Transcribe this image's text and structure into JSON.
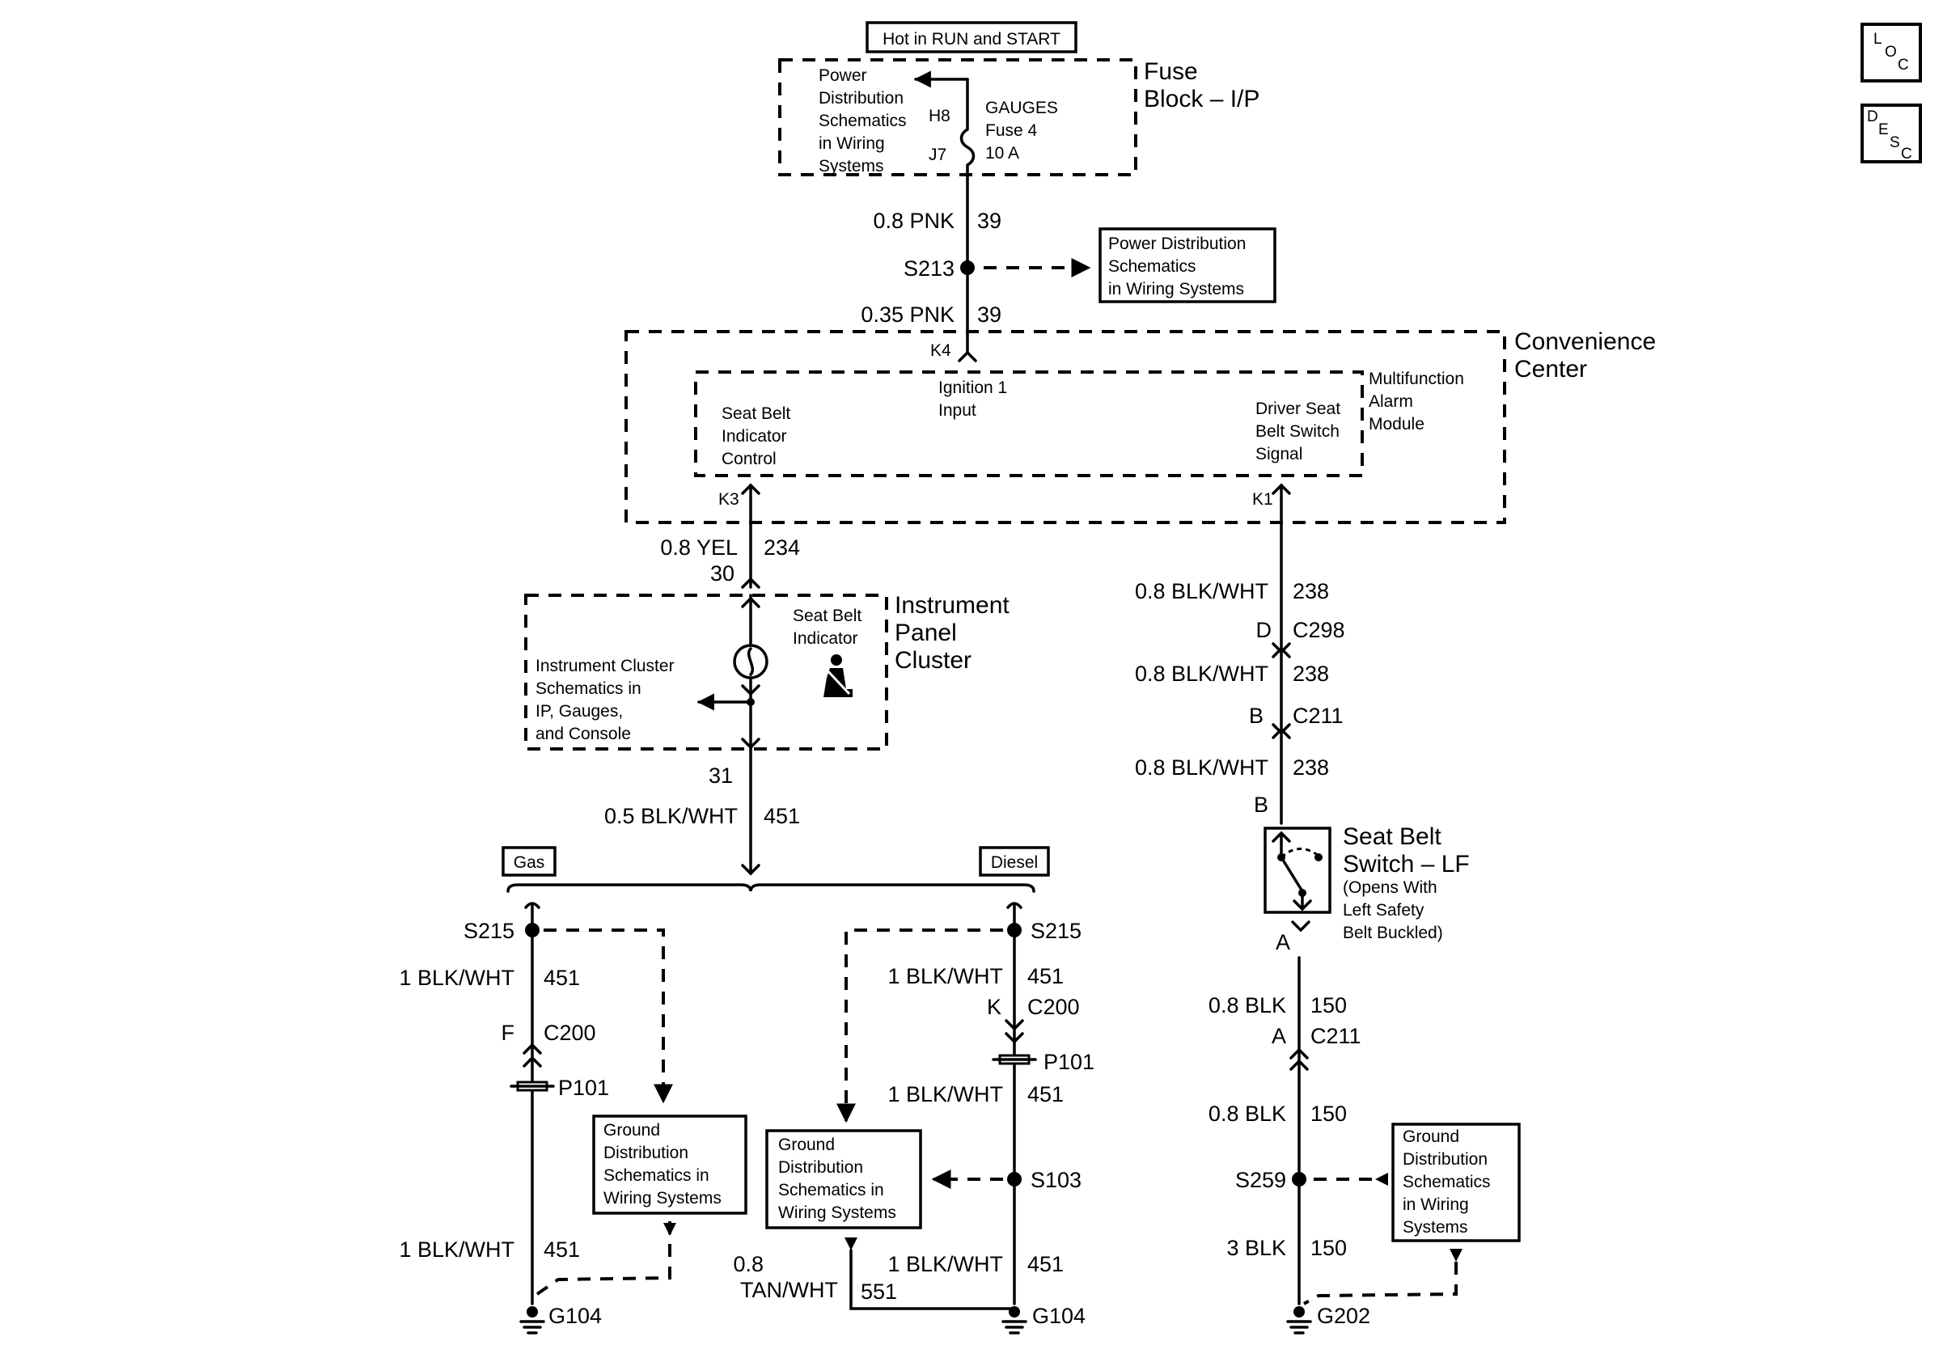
{
  "hot_in_run": "Hot in RUN and START",
  "fuse_block": {
    "title_lines": [
      "Fuse",
      "Block – I/P"
    ],
    "pd_ref_lines": [
      "Power",
      "Distribution",
      "Schematics",
      "in Wiring",
      "Systems"
    ],
    "pin_top": "H8",
    "pin_bottom": "J7",
    "fuse_lines": [
      "GAUGES",
      "Fuse 4",
      "10 A"
    ]
  },
  "wire_39_top": {
    "gauge": "0.8 PNK",
    "circuit": "39"
  },
  "s213": "S213",
  "pd_ref_2_lines": [
    "Power Distribution",
    "Schematics",
    "in Wiring Systems"
  ],
  "wire_39_bottom": {
    "gauge": "0.35 PNK",
    "circuit": "39"
  },
  "convenience_center_lines": [
    "Convenience",
    "Center"
  ],
  "mam_lines": [
    "Multifunction",
    "Alarm",
    "Module"
  ],
  "pins": {
    "k4": "K4",
    "k3": "K3",
    "k1": "K1"
  },
  "ignition_lines": [
    "Ignition 1",
    "Input"
  ],
  "seat_belt_control_lines": [
    "Seat Belt",
    "Indicator",
    "Control"
  ],
  "driver_switch_lines": [
    "Driver Seat",
    "Belt Switch",
    "Signal"
  ],
  "wire_234": {
    "gauge": "0.8 YEL",
    "circuit": "234",
    "pin": "30"
  },
  "ipc_lines": [
    "Instrument",
    "Panel",
    "Cluster"
  ],
  "seat_belt_indicator_lines": [
    "Seat Belt",
    "Indicator"
  ],
  "ic_ref_lines": [
    "Instrument Cluster",
    "Schematics in",
    "IP, Gauges,",
    "and Console"
  ],
  "pin_31": "31",
  "wire_451_main": {
    "gauge": "0.5 BLK/WHT",
    "circuit": "451"
  },
  "gas_label": "Gas",
  "diesel_label": "Diesel",
  "gas_branch": {
    "splice": "S215",
    "wire1": {
      "gauge": "1 BLK/WHT",
      "circuit": "451"
    },
    "conn_pin": "F",
    "conn": "C200",
    "p101": "P101",
    "ground_ref_lines": [
      "Ground",
      "Distribution",
      "Schematics in",
      "Wiring Systems"
    ],
    "wire2": {
      "gauge": "1 BLK/WHT",
      "circuit": "451"
    },
    "ground": "G104"
  },
  "diesel_branch": {
    "splice": "S215",
    "wire1": {
      "gauge": "1 BLK/WHT",
      "circuit": "451"
    },
    "conn_pin": "K",
    "conn": "C200",
    "p101": "P101",
    "wire2": {
      "gauge": "1 BLK/WHT",
      "circuit": "451"
    },
    "ground_ref_lines": [
      "Ground",
      "Distribution",
      "Schematics in",
      "Wiring Systems"
    ],
    "s103": "S103",
    "wire3_gauge_lines": [
      "0.8",
      "TAN/WHT"
    ],
    "wire3_circuit": "551",
    "wire4": {
      "gauge": "1 BLK/WHT",
      "circuit": "451"
    },
    "ground": "G104"
  },
  "right_branch": {
    "wire_a": {
      "gauge": "0.8 BLK/WHT",
      "circuit": "238"
    },
    "c298_pin": "D",
    "c298": "C298",
    "wire_b": {
      "gauge": "0.8 BLK/WHT",
      "circuit": "238"
    },
    "c211_pin": "B",
    "c211": "C211",
    "wire_c": {
      "gauge": "0.8 BLK/WHT",
      "circuit": "238"
    },
    "switch_pin_b": "B",
    "switch_title_lines": [
      "Seat Belt",
      "Switch – LF"
    ],
    "switch_note_lines": [
      "(Opens With",
      "Left Safety",
      "Belt Buckled)"
    ],
    "switch_pin_a": "A",
    "wire_d": {
      "gauge": "0.8 BLK",
      "circuit": "150"
    },
    "c211b_pin": "A",
    "c211b": "C211",
    "wire_e": {
      "gauge": "0.8 BLK",
      "circuit": "150"
    },
    "s259": "S259",
    "ground_ref_lines": [
      "Ground",
      "Distribution",
      "Schematics",
      "in Wiring",
      "Systems"
    ],
    "wire_f": {
      "gauge": "3 BLK",
      "circuit": "150"
    },
    "ground": "G202"
  },
  "icons": {
    "loc": [
      "L",
      "O",
      "C"
    ],
    "desc": [
      "D",
      "E",
      "S",
      "C"
    ]
  }
}
